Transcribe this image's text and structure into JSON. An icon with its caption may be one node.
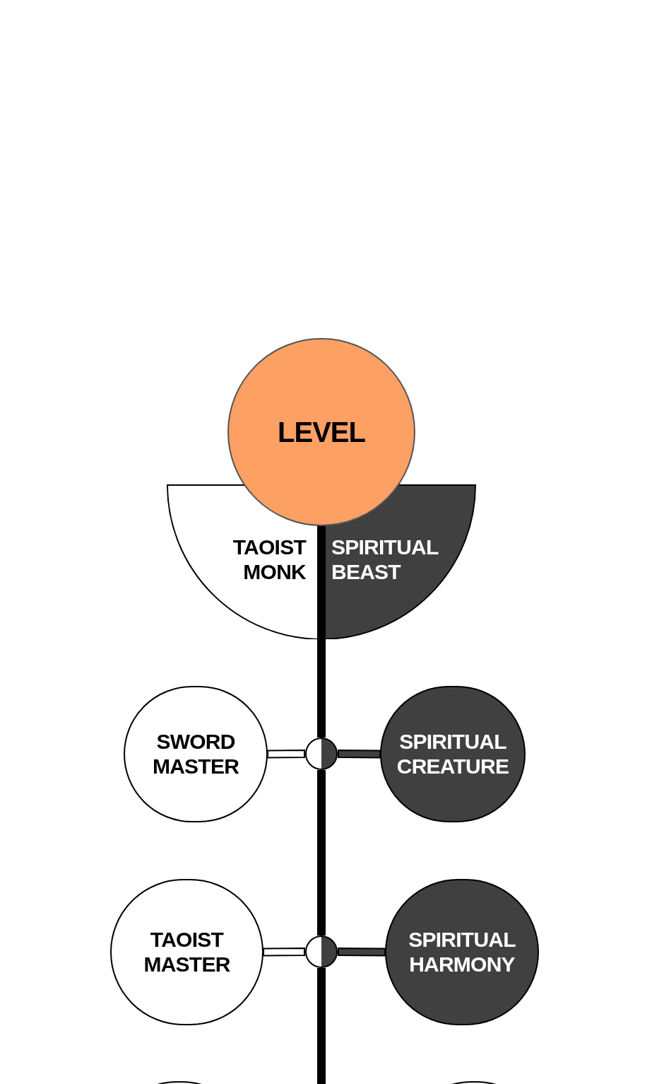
{
  "diagram": {
    "nodes": [
      {
        "text": [
          "LEVEL"
        ]
      },
      {
        "text": [
          "TAOIST MONK"
        ]
      },
      {
        "text": [
          "SPIRITUAL BEAST"
        ]
      },
      {
        "text": [],
        "shape": "circle"
      },
      {
        "text": [
          "SWORD MASTER"
        ]
      },
      {
        "text": [
          "SPIRITUAL CREATURE"
        ]
      },
      {
        "text": [],
        "shape": "circle"
      },
      {
        "text": [
          "TAOIST MASTER"
        ]
      },
      {
        "text": [
          "SPIRITUAL HARMONY"
        ]
      },
      {
        "text": [],
        "shape": "circle"
      },
      {
        "text": [],
        "shape": "circle"
      }
    ],
    "edges": [
      {
        "from": 0,
        "to": 3,
        "arrow": "none"
      },
      {
        "from": 3,
        "to": 4,
        "arrow": "none",
        "color": "#ffffff"
      },
      {
        "from": 3,
        "to": 5,
        "arrow": "none",
        "color": "#404040"
      },
      {
        "from": 3,
        "to": 6,
        "arrow": "none"
      },
      {
        "from": 6,
        "to": 7,
        "arrow": "none",
        "color": "#ffffff"
      },
      {
        "from": 6,
        "to": 8,
        "arrow": "none",
        "color": "#404040"
      },
      {
        "from": 6,
        "to": null,
        "arrow": "none"
      }
    ]
  }
}
